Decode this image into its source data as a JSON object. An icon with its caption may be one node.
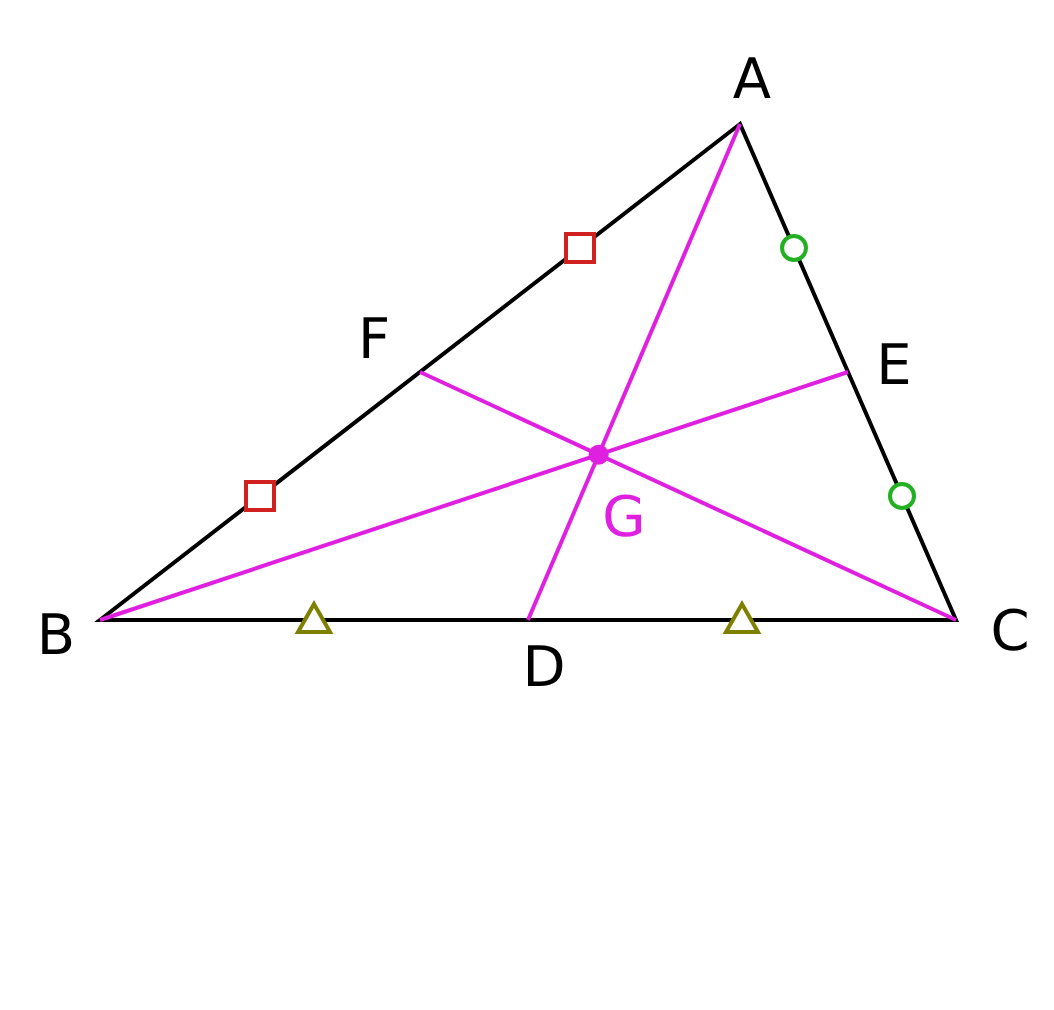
{
  "diagram": {
    "labels": [
      "A",
      "F",
      "E",
      "G",
      "B",
      "D",
      "C"
    ]
  }
}
